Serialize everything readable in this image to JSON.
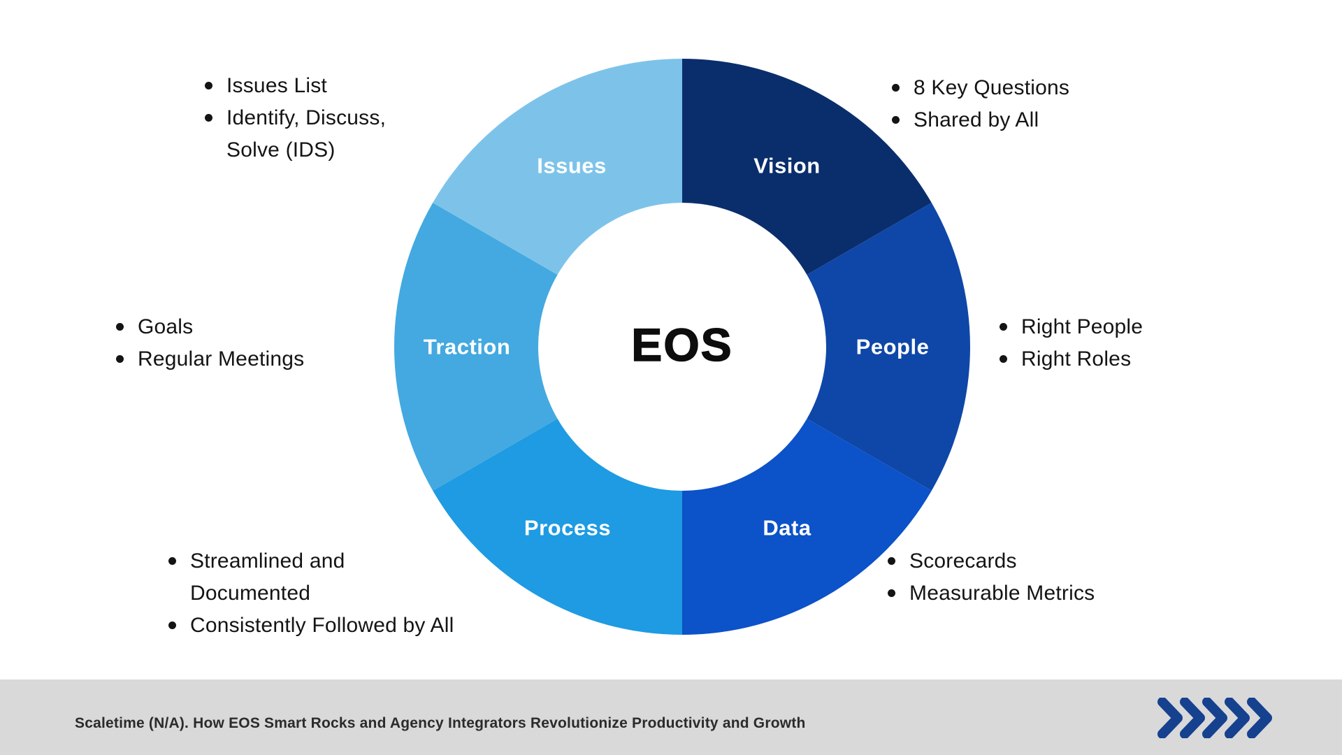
{
  "center_label": "EOS",
  "colors": {
    "vision": "#0A2E6C",
    "people": "#0F47A8",
    "data": "#0C52C9",
    "process": "#1E9BE2",
    "traction": "#43A9E0",
    "issues": "#7DC3E9",
    "footer_bg": "#D9D9D9",
    "chevron": "#15418F",
    "text": "#141414",
    "background": "#FFFFFF"
  },
  "segments": [
    {
      "label": "Vision",
      "color": "#0A2E6C",
      "bullets": [
        "8 Key Questions",
        "Shared by All"
      ]
    },
    {
      "label": "People",
      "color": "#0F47A8",
      "bullets": [
        "Right People",
        "Right Roles"
      ]
    },
    {
      "label": "Data",
      "color": "#0C52C9",
      "bullets": [
        "Scorecards",
        "Measurable Metrics"
      ]
    },
    {
      "label": "Process",
      "color": "#1E9BE2",
      "bullets": [
        "Streamlined and\nDocumented",
        "Consistently Followed by All"
      ]
    },
    {
      "label": "Traction",
      "color": "#43A9E0",
      "bullets": [
        "Goals",
        "Regular Meetings"
      ]
    },
    {
      "label": "Issues",
      "color": "#7DC3E9",
      "bullets": [
        "Issues List",
        "Identify, Discuss,\nSolve (IDS)"
      ]
    }
  ],
  "footer": {
    "caption": "Scaletime (N/A). How EOS Smart Rocks and Agency Integrators Revolutionize Productivity and Growth",
    "chevron_count": 5
  }
}
